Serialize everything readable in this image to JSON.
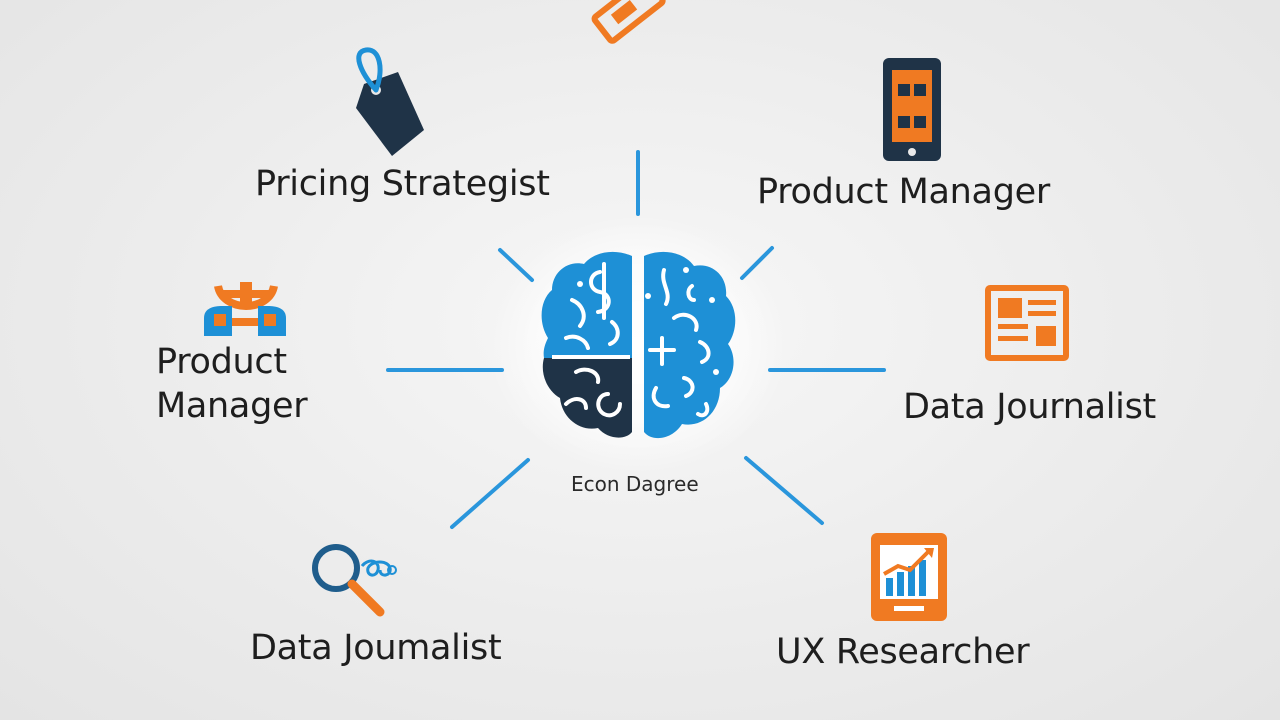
{
  "center": {
    "label": "Econ Dagree"
  },
  "careers": {
    "pricing_strategist": "Pricing Strategist",
    "product_manager_top": "Product Manager",
    "product_manager_left_line1": "Product",
    "product_manager_left_line2": "Manager",
    "data_journalist_right": "Data Journalist",
    "data_journalist_bottom": "Data Joumalist",
    "ux_researcher": "UX Researcher"
  },
  "colors": {
    "blue": "#1e90d6",
    "navy": "#1f3347",
    "orange": "#f07a22",
    "connector": "#2a96dc"
  },
  "icons": [
    "price-tag-icon",
    "smartphone-icon",
    "organization-chart-icon",
    "newspaper-icon",
    "magnifier-icon",
    "growth-chart-icon",
    "tag-icon",
    "brain-icon"
  ]
}
